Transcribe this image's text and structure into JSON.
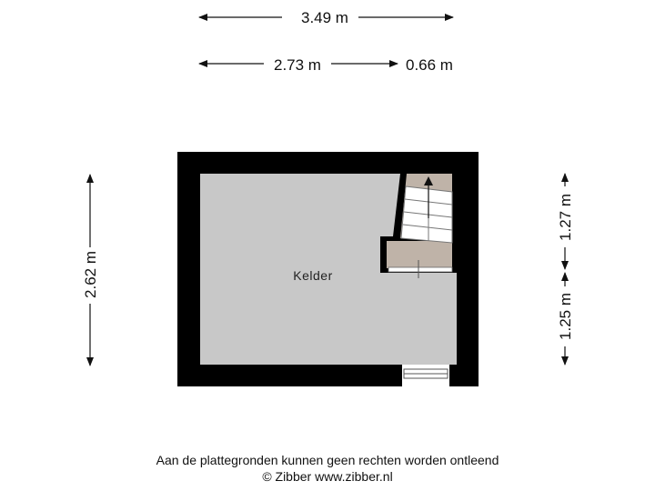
{
  "dimensions": {
    "top_total": "3.49 m",
    "top_left": "2.73 m",
    "top_right": "0.66 m",
    "left_height": "2.62 m",
    "right_upper": "1.27 m",
    "right_lower": "1.25 m"
  },
  "rooms": {
    "main": "Kelder"
  },
  "footer": {
    "disclaimer": "Aan de plattegronden kunnen geen rechten worden ontleend",
    "copyright": "© Zibber www.zibber.nl"
  },
  "colors": {
    "wall": "#000000",
    "floor": "#c8c8c8",
    "stairs": "#bfb3a8"
  }
}
